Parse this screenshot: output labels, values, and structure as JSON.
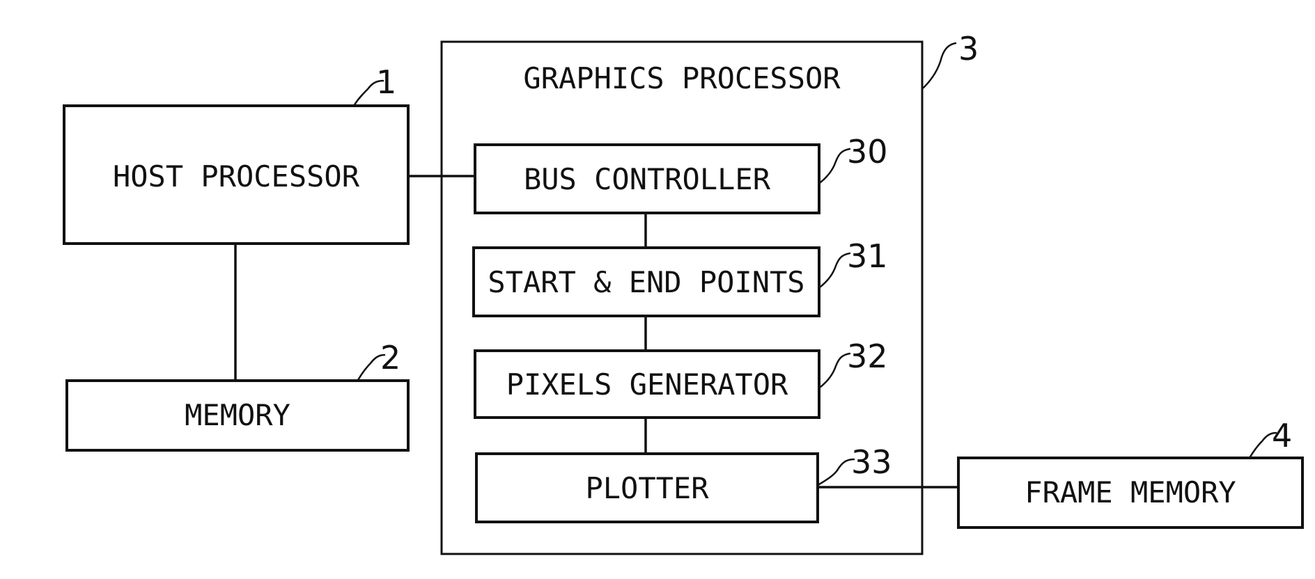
{
  "colors": {
    "ink": "#111111",
    "background": "#ffffff"
  },
  "blocks": {
    "host_processor": {
      "label": "HOST PROCESSOR",
      "ref": "1"
    },
    "memory": {
      "label": "MEMORY",
      "ref": "2"
    },
    "graphics_processor": {
      "label": "GRAPHICS PROCESSOR",
      "ref": "3"
    },
    "bus_controller": {
      "label": "BUS CONTROLLER",
      "ref": "30"
    },
    "start_end_points": {
      "label": "START & END POINTS",
      "ref": "31"
    },
    "pixels_generator": {
      "label": "PIXELS GENERATOR",
      "ref": "32"
    },
    "plotter": {
      "label": "PLOTTER",
      "ref": "33"
    },
    "frame_memory": {
      "label": "FRAME MEMORY",
      "ref": "4"
    }
  }
}
